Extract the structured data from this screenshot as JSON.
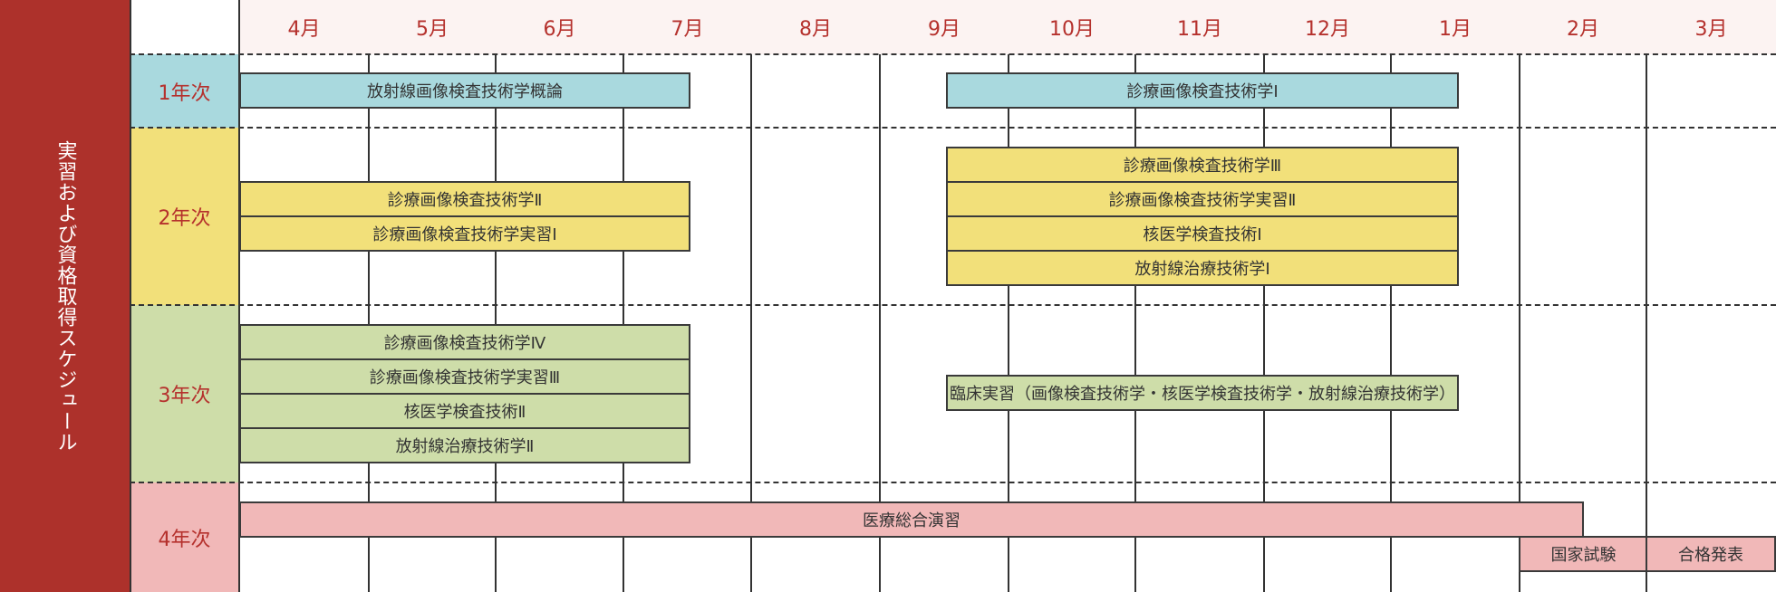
{
  "side_title": "実習および資格取得スケジュール",
  "months": [
    "4月",
    "5月",
    "6月",
    "7月",
    "8月",
    "9月",
    "10月",
    "11月",
    "12月",
    "1月",
    "2月",
    "3月"
  ],
  "years": [
    "1年次",
    "2年次",
    "3年次",
    "4年次"
  ],
  "colors": {
    "primary": "#ad312b",
    "year1": "#a9d9de",
    "year2": "#f2e07a",
    "year3": "#cedda9",
    "year4": "#f1b8b8"
  },
  "courses": {
    "y1_a": "放射線画像検査技術学概論",
    "y1_b": "診療画像検査技術学Ⅰ",
    "y2_a1": "診療画像検査技術学Ⅱ",
    "y2_a2": "診療画像検査技術学実習Ⅰ",
    "y2_b1": "診療画像検査技術学Ⅲ",
    "y2_b2": "診療画像検査技術学実習Ⅱ",
    "y2_b3": "核医学検査技術Ⅰ",
    "y2_b4": "放射線治療技術学Ⅰ",
    "y3_a1": "診療画像検査技術学Ⅳ",
    "y3_a2": "診療画像検査技術学実習Ⅲ",
    "y3_a3": "核医学検査技術Ⅱ",
    "y3_a4": "放射線治療技術学Ⅱ",
    "y3_b": "臨床実習（画像検査技術学・核医学検査技術学・放射線治療技術学）",
    "y4_a": "医療総合演習",
    "y4_b": "国家試験",
    "y4_c": "合格発表"
  }
}
